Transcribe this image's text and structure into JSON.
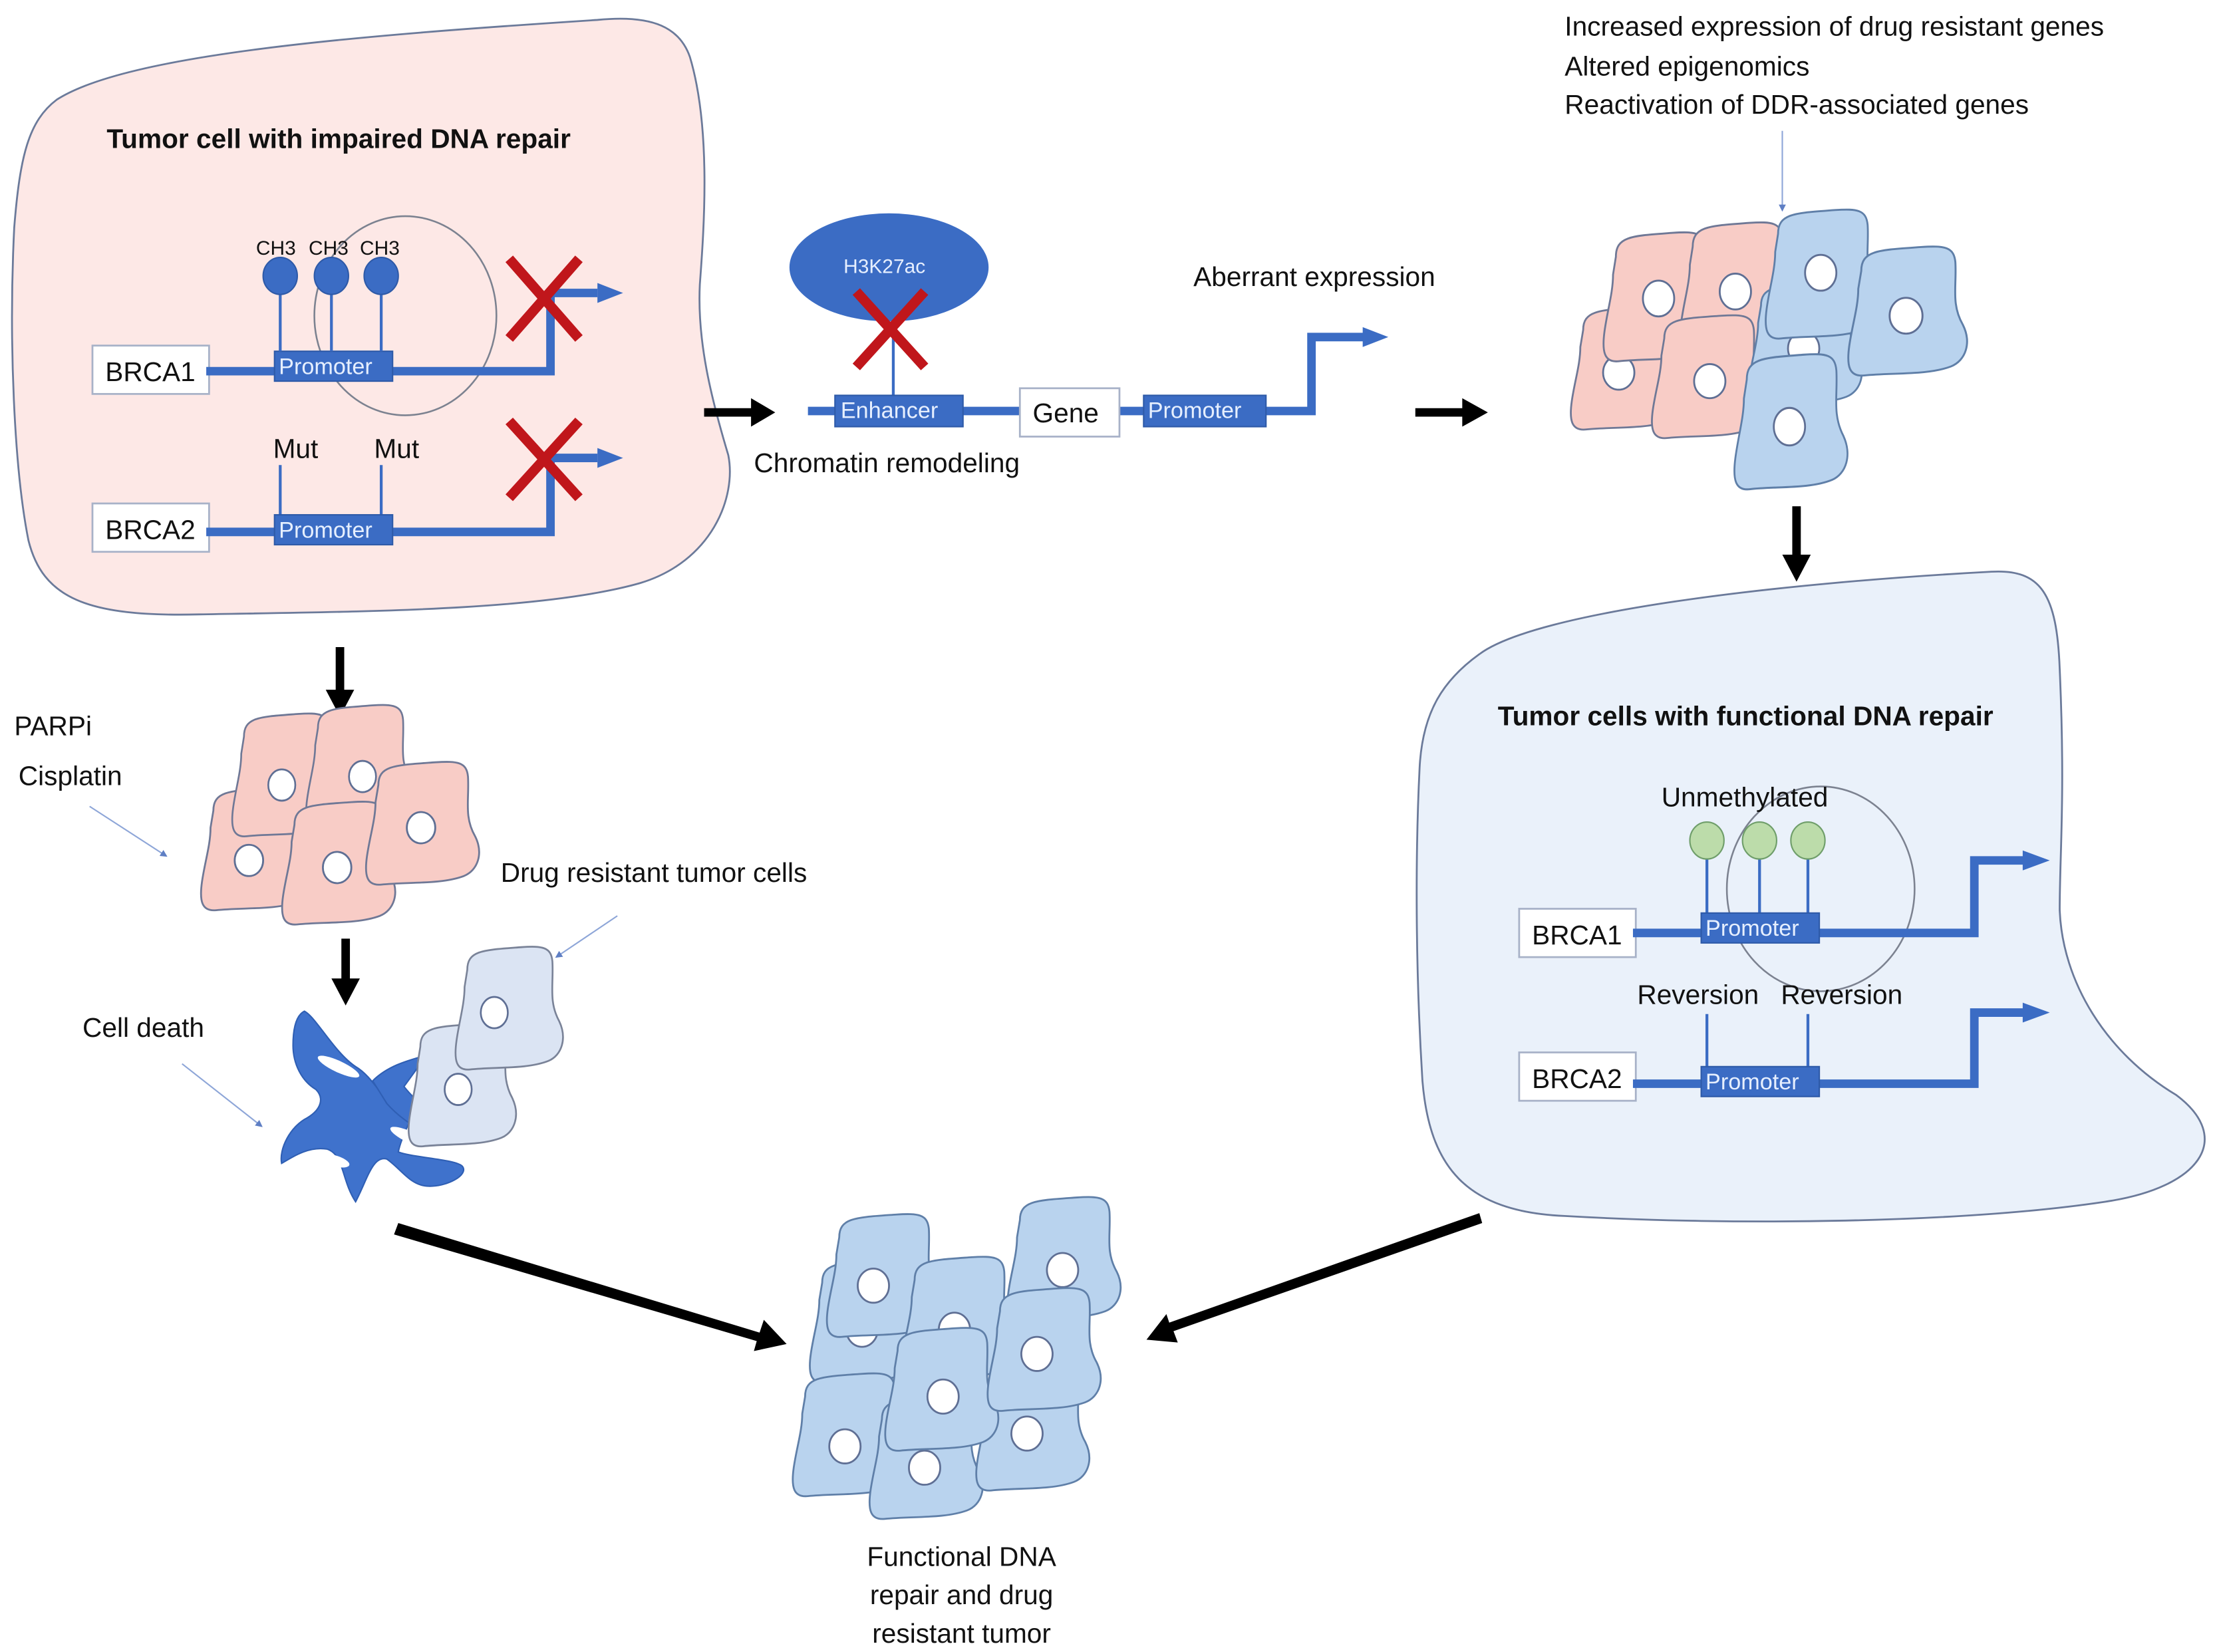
{
  "colors": {
    "dna_blue": "#3b6cc4",
    "inhibition_red": "#c0161b",
    "impaired_cell_fill": "#fde8e6",
    "functional_cell_fill": "#eaf1fa",
    "sensitive_cell": "#f8ccc6",
    "resistant_cell": "#b9d3ee",
    "methylated_mark": "#3b6cc4",
    "unmethylated_mark": "#bcdcaa"
  },
  "impaired_panel": {
    "title": "Tumor cell with impaired DNA repair",
    "methyl_labels": [
      "CH3",
      "CH3",
      "CH3"
    ],
    "mutation_labels": [
      "Mut",
      "Mut"
    ],
    "genes": [
      {
        "name": "BRCA1",
        "promoter": "Promoter",
        "status": "silenced"
      },
      {
        "name": "BRCA2",
        "promoter": "Promoter",
        "status": "silenced"
      }
    ]
  },
  "chromatin_panel": {
    "histone_mark": "H3K27ac",
    "enhancer": "Enhancer",
    "gene": "Gene",
    "promoter": "Promoter",
    "caption": "Chromatin remodeling",
    "expression_label": "Aberrant expression"
  },
  "changes_list": [
    "Increased expression of drug resistant genes",
    "Altered epigenomics",
    "Reactivation of DDR-associated genes"
  ],
  "treatment": {
    "drugs": [
      "PARPi",
      "Cisplatin"
    ],
    "cell_death_label": "Cell death",
    "resistant_label": "Drug resistant tumor cells"
  },
  "functional_panel": {
    "title": "Tumor cells with functional DNA repair",
    "methyl_label": "Unmethylated",
    "reversion_labels": [
      "Reversion",
      "Reversion"
    ],
    "genes": [
      {
        "name": "BRCA1",
        "promoter": "Promoter",
        "status": "expressed"
      },
      {
        "name": "BRCA2",
        "promoter": "Promoter",
        "status": "expressed"
      }
    ]
  },
  "outcome": {
    "label_lines": [
      "Functional DNA",
      "repair and drug",
      "resistant tumor"
    ]
  }
}
